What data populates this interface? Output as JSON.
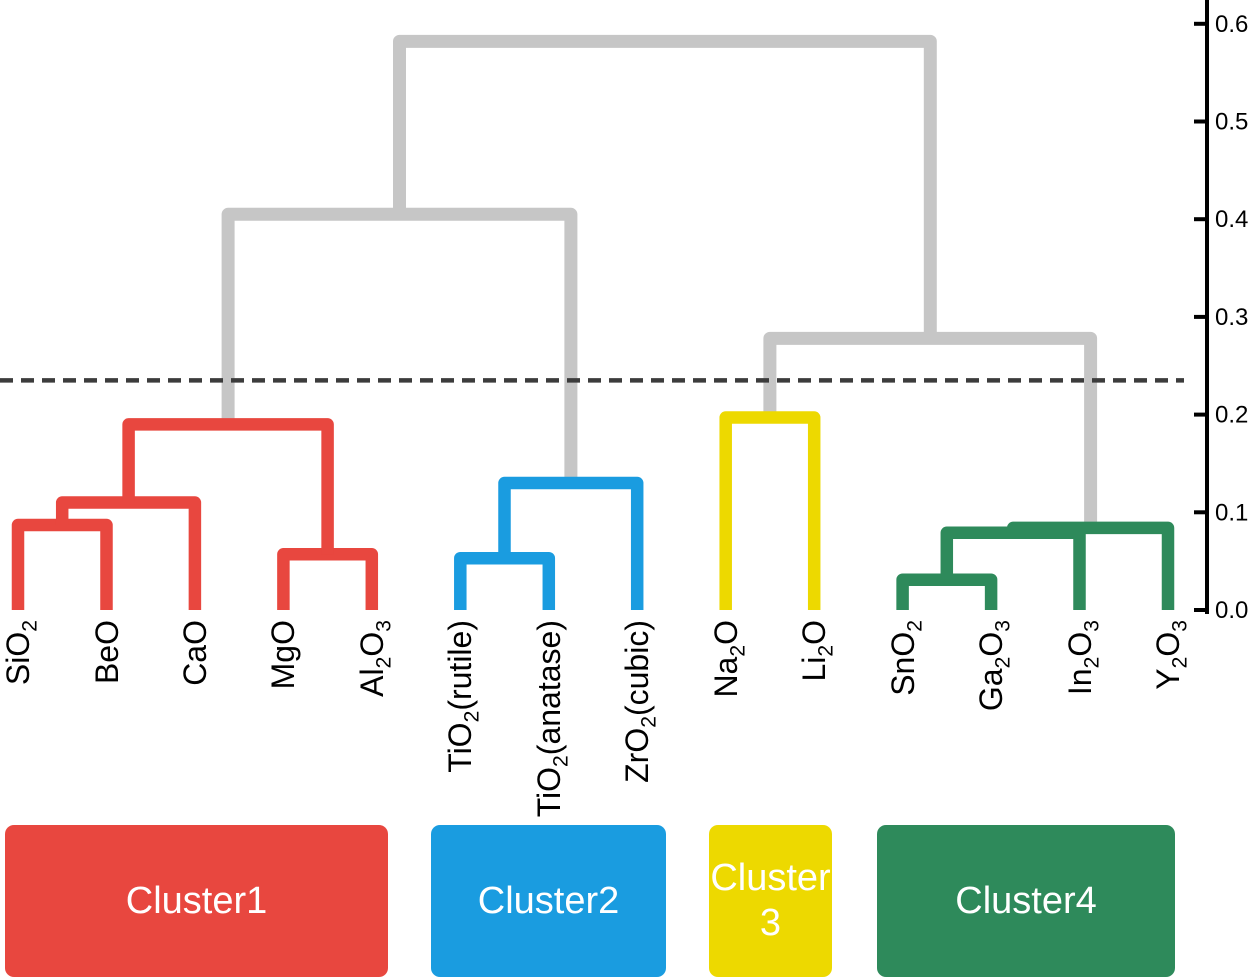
{
  "figure": {
    "description": "Hierarchical clustering dendrogram of metal oxides cut by a dashed threshold line into four clusters"
  },
  "chart_data": {
    "type": "dendrogram",
    "orientation": "top",
    "title": "",
    "y_axis": {
      "side": "right",
      "range": [
        0.0,
        0.6
      ],
      "grid": false,
      "ticks": [
        {
          "label": "0.0",
          "value": 0.0
        },
        {
          "label": "0.1",
          "value": 0.1
        },
        {
          "label": "0.2",
          "value": 0.2
        },
        {
          "label": "0.3",
          "value": 0.3
        },
        {
          "label": "0.4",
          "value": 0.4
        },
        {
          "label": "0.5",
          "value": 0.5
        },
        {
          "label": "0.6",
          "value": 0.6
        }
      ]
    },
    "threshold_line": {
      "value": 0.235,
      "style": "dashed",
      "color": "#3C3C3C"
    },
    "link_colors": {
      "red": "#E8473F",
      "blue": "#1A9CE0",
      "yellow": "#EDD900",
      "green": "#2E8A5B",
      "gray": "#C6C6C6"
    },
    "leaves": [
      {
        "name": "SiO2",
        "cluster": "Cluster1",
        "segments": [
          {
            "text": "SiO"
          },
          {
            "text": "2",
            "sub": true
          }
        ]
      },
      {
        "name": "BeO",
        "cluster": "Cluster1",
        "segments": [
          {
            "text": "BeO"
          }
        ]
      },
      {
        "name": "CaO",
        "cluster": "Cluster1",
        "segments": [
          {
            "text": "CaO"
          }
        ]
      },
      {
        "name": "MgO",
        "cluster": "Cluster1",
        "segments": [
          {
            "text": "MgO"
          }
        ]
      },
      {
        "name": "Al2O3",
        "cluster": "Cluster1",
        "segments": [
          {
            "text": "Al"
          },
          {
            "text": "2",
            "sub": true
          },
          {
            "text": "O"
          },
          {
            "text": "3",
            "sub": true
          }
        ]
      },
      {
        "name": "TiO2(rutile)",
        "cluster": "Cluster2",
        "segments": [
          {
            "text": "TiO"
          },
          {
            "text": "2",
            "sub": true
          },
          {
            "text": "(rutile)"
          }
        ]
      },
      {
        "name": "TiO2(anatase)",
        "cluster": "Cluster2",
        "segments": [
          {
            "text": "TiO"
          },
          {
            "text": "2",
            "sub": true
          },
          {
            "text": "(anatase)"
          }
        ]
      },
      {
        "name": "ZrO2(cubic)",
        "cluster": "Cluster2",
        "segments": [
          {
            "text": "ZrO"
          },
          {
            "text": "2",
            "sub": true
          },
          {
            "text": "(cubic)"
          }
        ]
      },
      {
        "name": "Na2O",
        "cluster": "Cluster 3",
        "segments": [
          {
            "text": "Na"
          },
          {
            "text": "2",
            "sub": true
          },
          {
            "text": "O"
          }
        ]
      },
      {
        "name": "Li2O",
        "cluster": "Cluster 3",
        "segments": [
          {
            "text": "Li"
          },
          {
            "text": "2",
            "sub": true
          },
          {
            "text": "O"
          }
        ]
      },
      {
        "name": "SnO2",
        "cluster": "Cluster4",
        "segments": [
          {
            "text": "SnO"
          },
          {
            "text": "2",
            "sub": true
          }
        ]
      },
      {
        "name": "Ga2O3",
        "cluster": "Cluster4",
        "segments": [
          {
            "text": "Ga"
          },
          {
            "text": "2",
            "sub": true
          },
          {
            "text": "O"
          },
          {
            "text": "3",
            "sub": true
          }
        ]
      },
      {
        "name": "In2O3",
        "cluster": "Cluster4",
        "segments": [
          {
            "text": "In"
          },
          {
            "text": "2",
            "sub": true
          },
          {
            "text": "O"
          },
          {
            "text": "3",
            "sub": true
          }
        ]
      },
      {
        "name": "Y2O3",
        "cluster": "Cluster4",
        "segments": [
          {
            "text": "Y"
          },
          {
            "text": "2",
            "sub": true
          },
          {
            "text": "O"
          },
          {
            "text": "3",
            "sub": true
          }
        ]
      }
    ],
    "linkage": [
      {
        "id": 14,
        "children": [
          0,
          1
        ],
        "height": 0.087,
        "color": "red"
      },
      {
        "id": 15,
        "children": [
          14,
          2
        ],
        "height": 0.11,
        "color": "red"
      },
      {
        "id": 16,
        "children": [
          3,
          4
        ],
        "height": 0.057,
        "color": "red"
      },
      {
        "id": 17,
        "children": [
          15,
          16
        ],
        "height": 0.19,
        "color": "red"
      },
      {
        "id": 18,
        "children": [
          5,
          6
        ],
        "height": 0.053,
        "color": "blue"
      },
      {
        "id": 19,
        "children": [
          18,
          7
        ],
        "height": 0.13,
        "color": "blue"
      },
      {
        "id": 20,
        "children": [
          8,
          9
        ],
        "height": 0.197,
        "color": "yellow"
      },
      {
        "id": 21,
        "children": [
          10,
          11
        ],
        "height": 0.031,
        "color": "green"
      },
      {
        "id": 22,
        "children": [
          21,
          12
        ],
        "height": 0.079,
        "color": "green"
      },
      {
        "id": 23,
        "children": [
          22,
          13
        ],
        "height": 0.084,
        "color": "green"
      },
      {
        "id": 24,
        "children": [
          17,
          19
        ],
        "height": 0.405,
        "color": "gray"
      },
      {
        "id": 25,
        "children": [
          20,
          23
        ],
        "height": 0.278,
        "color": "gray"
      },
      {
        "id": 26,
        "children": [
          24,
          25
        ],
        "height": 0.582,
        "color": "gray"
      }
    ],
    "clusters": [
      {
        "id": "cluster1",
        "label": "Cluster1",
        "color": "#E8473F",
        "members": [
          "SiO2",
          "BeO",
          "CaO",
          "MgO",
          "Al2O3"
        ]
      },
      {
        "id": "cluster2",
        "label": "Cluster2",
        "color": "#1A9CE0",
        "members": [
          "TiO2(rutile)",
          "TiO2(anatase)",
          "ZrO2(cubic)"
        ]
      },
      {
        "id": "cluster3",
        "label": "Cluster 3",
        "color": "#EDD900",
        "members": [
          "Na2O",
          "Li2O"
        ]
      },
      {
        "id": "cluster4",
        "label": "Cluster4",
        "color": "#2E8A5B",
        "members": [
          "SnO2",
          "Ga2O3",
          "In2O3",
          "Y2O3"
        ]
      }
    ]
  }
}
